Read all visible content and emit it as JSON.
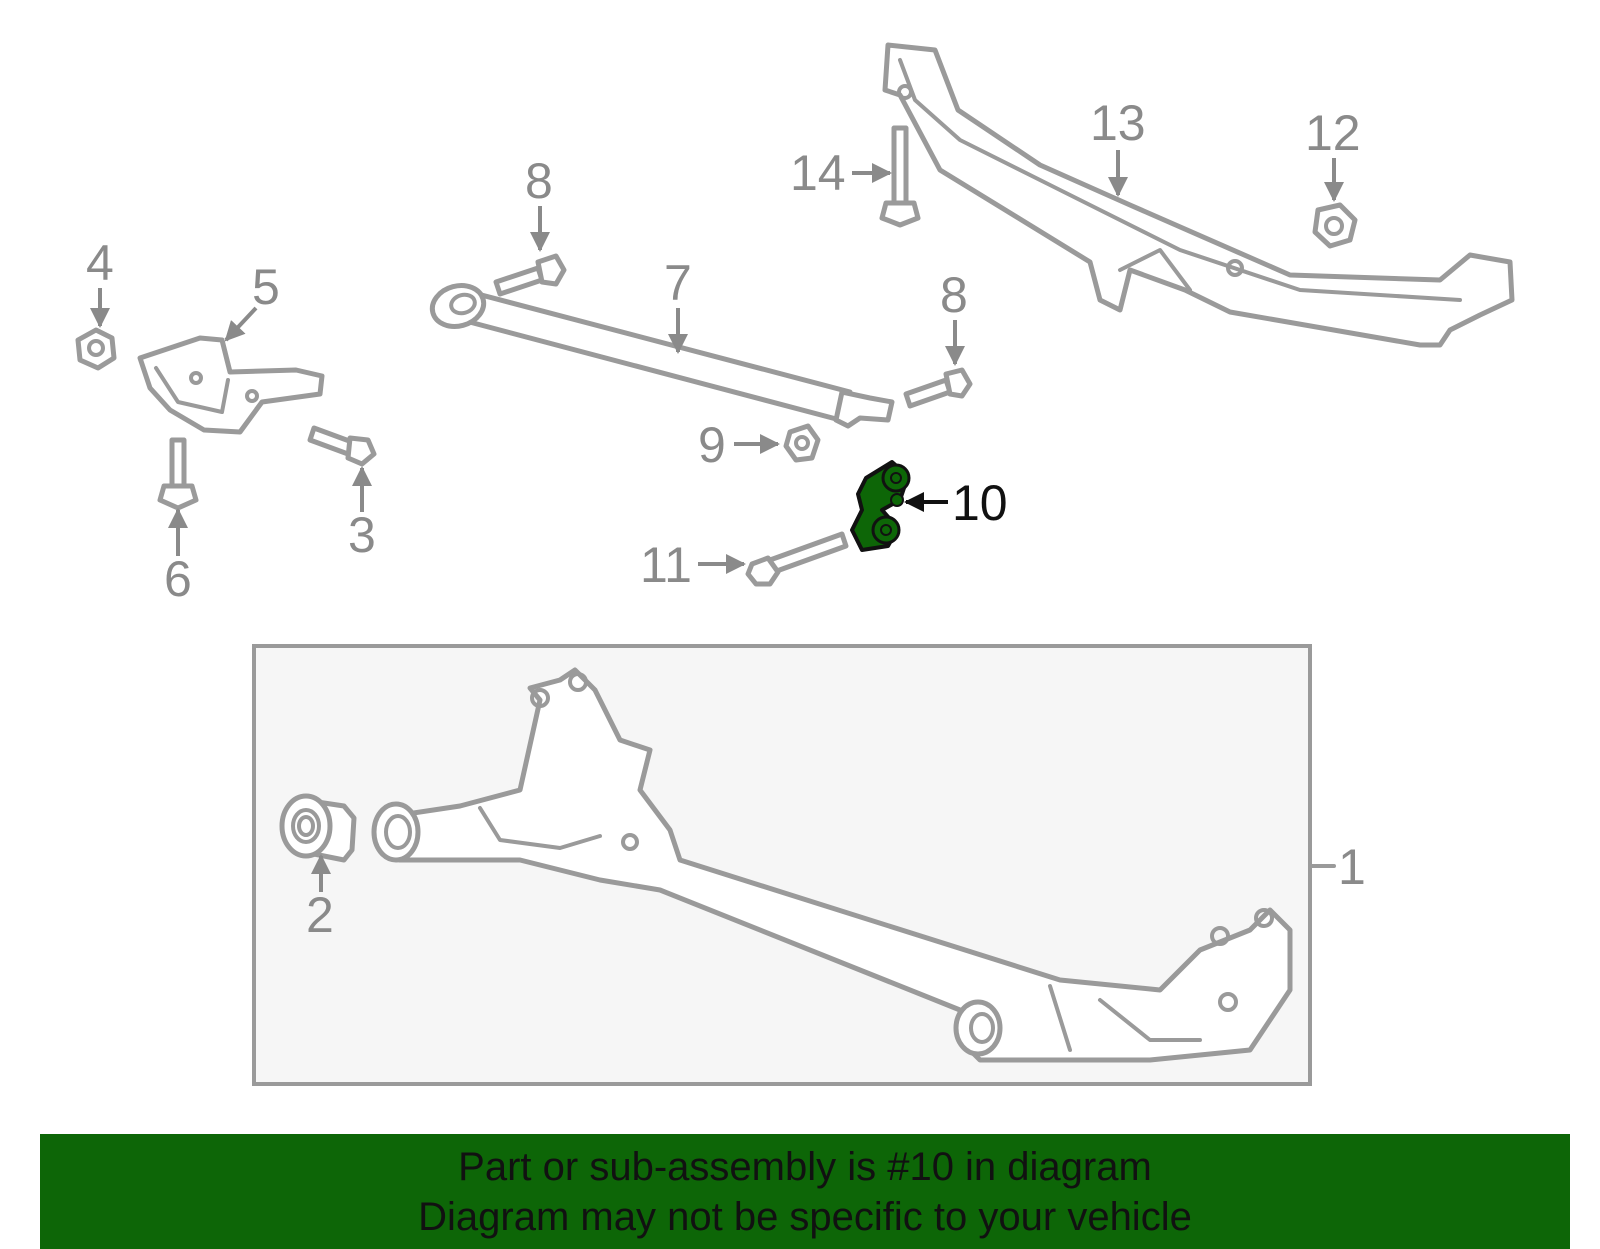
{
  "callouts": {
    "c1": "1",
    "c2": "2",
    "c3": "3",
    "c4": "4",
    "c5": "5",
    "c6": "6",
    "c7": "7",
    "c8a": "8",
    "c8b": "8",
    "c9": "9",
    "c10": "10",
    "c11": "11",
    "c12": "12",
    "c13": "13",
    "c14": "14"
  },
  "highlighted_part": "10",
  "colors": {
    "highlight": "#0d6607",
    "line_art": "#9a9a9a",
    "box_fill": "#f6f6f6",
    "banner": "#0d6607"
  },
  "banner": {
    "line1": "Part or sub-assembly is #10 in diagram",
    "line2": "Diagram may not be specific to your vehicle"
  }
}
